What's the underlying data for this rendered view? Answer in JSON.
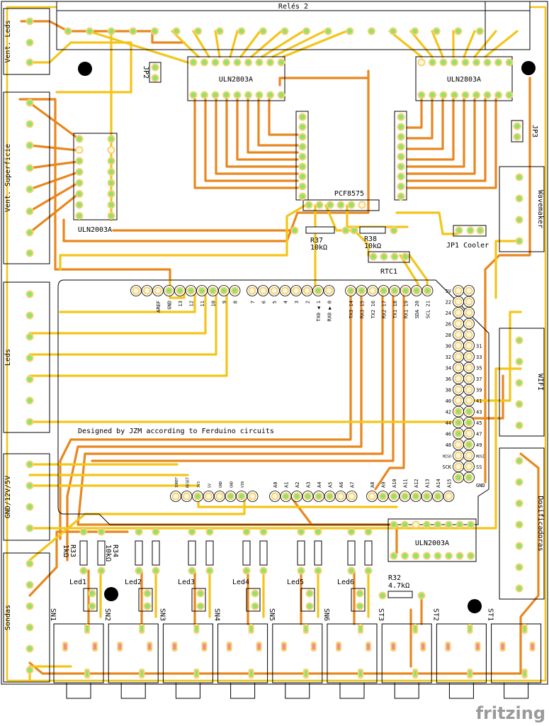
{
  "board": {
    "credit": "Designed by JZM according to Ferduino circuits",
    "logo": "fritzing"
  },
  "connectors": {
    "top": "Relés 2",
    "left": [
      "Vent. Leds",
      "Vent. Superficie",
      "Leds",
      "GND/12V/5V",
      "Sondas"
    ],
    "right": [
      "Wavemaker",
      "WIFI",
      "Dosificadoras"
    ]
  },
  "chips": {
    "uln2803a_1": "ULN2803A",
    "uln2803a_2": "ULN2803A",
    "uln2003a_1": "ULN2003A",
    "uln2003a_2": "ULN2003A",
    "pcf": "PCF8575",
    "rtc": "RTC1"
  },
  "jumpers": {
    "jp2": "JP2",
    "jp3": "JP3",
    "jp1": "JP1 Cooler"
  },
  "resistors": [
    {
      "name": "R37",
      "value": "10kΩ"
    },
    {
      "name": "R38",
      "value": "10kΩ"
    },
    {
      "name": "R33",
      "value": "1kΩ"
    },
    {
      "name": "R34",
      "value": "10kΩ"
    },
    {
      "name": "R32",
      "value": "4.7kΩ"
    }
  ],
  "leds": [
    "Led1",
    "Led2",
    "Led3",
    "Led4",
    "Led5",
    "Led6"
  ],
  "jacks": [
    "SN1",
    "SN2",
    "SN3",
    "SN4",
    "SN5",
    "SN6",
    "ST3",
    "ST2",
    "ST1"
  ],
  "arduino": {
    "top_left": [
      "",
      "",
      "AREF",
      "GND",
      "13",
      "12",
      "11",
      "10",
      "9",
      "8"
    ],
    "top_mid": [
      "7",
      "6",
      "5",
      "4",
      "3",
      "2",
      "TX0 ◀ 1",
      "RX0 ▶ 0"
    ],
    "top_right": [
      "TX3 14",
      "RX3 15",
      "TX2 16",
      "RX2 17",
      "TX1 18",
      "RX1 19",
      "SDA 20",
      "SCL 21"
    ],
    "power": [
      "IOREF",
      "RESET",
      "3V3",
      "5V",
      "GND",
      "GND",
      "VIN"
    ],
    "analog_low": [
      "A0",
      "A1",
      "A2",
      "A3",
      "A4",
      "A5",
      "A6",
      "A7"
    ],
    "analog_high": [
      "A8",
      "A9",
      "A10",
      "A11",
      "A12",
      "A13",
      "A14",
      "A15"
    ],
    "digital_left": [
      "5V",
      "22",
      "24",
      "26",
      "28",
      "30",
      "32",
      "34",
      "36",
      "38",
      "40",
      "42",
      "44",
      "46",
      "48",
      "MISO",
      "SCK",
      ""
    ],
    "digital_right": [
      "",
      "",
      "",
      "",
      "",
      "31",
      "33",
      "35",
      "37",
      "39",
      "41",
      "43",
      "45",
      "47",
      "49",
      "MOSI",
      "SS",
      ""
    ],
    "gnd": "GND"
  },
  "colors": {
    "top_trace": "#f3c519",
    "bottom_trace": "#e8871e",
    "pad_connected": "#8fe36b",
    "pad_ring": "#f6d273"
  }
}
